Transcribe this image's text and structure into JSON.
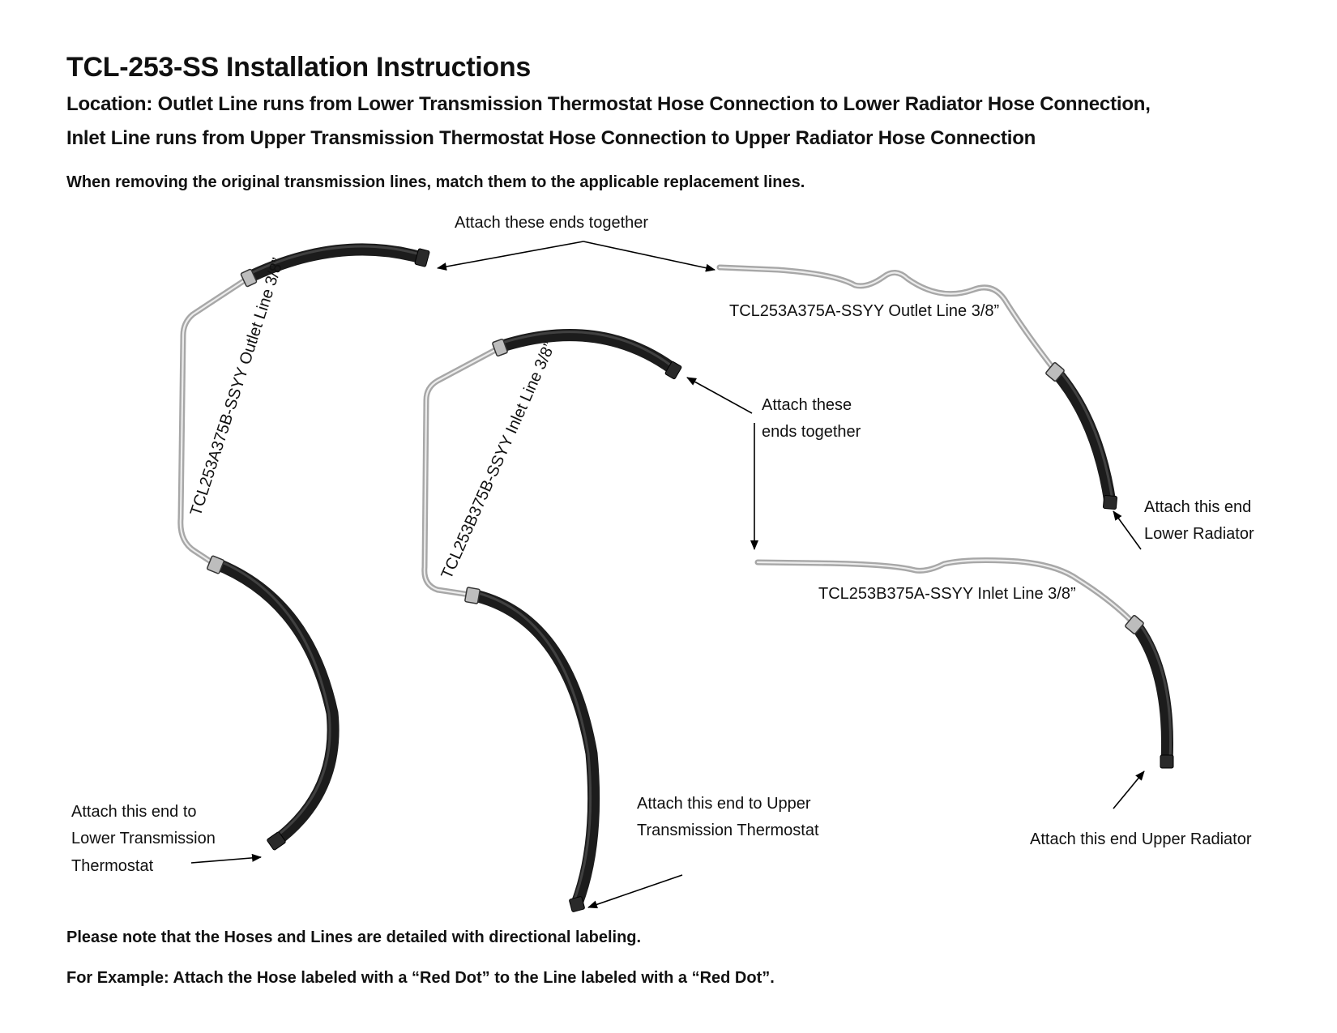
{
  "title": "TCL-253-SS Installation Instructions",
  "location_line1": "Location: Outlet Line runs from Lower Transmission Thermostat Hose Connection to Lower Radiator Hose Connection,",
  "location_line2": "Inlet Line runs from Upper Transmission Thermostat Hose Connection to Upper Radiator Hose Connection",
  "instruction": "When removing the original transmission lines, match them to the applicable replacement lines.",
  "labels": {
    "attach_ends_top": "Attach these ends together",
    "attach_ends_mid_1": "Attach these",
    "attach_ends_mid_2": "ends together",
    "lower_radiator_1": "Attach this end",
    "lower_radiator_2": "Lower Radiator",
    "upper_radiator": "Attach this end Upper Radiator",
    "lower_thermostat_1": "Attach this end to",
    "lower_thermostat_2": "Lower Transmission",
    "lower_thermostat_3": "Thermostat",
    "upper_thermostat_1": "Attach this end to Upper",
    "upper_thermostat_2": "Transmission Thermostat"
  },
  "parts": {
    "outlet_b": "TCL253A375B-SSYY Outlet Line 3/8”",
    "inlet_b": "TCL253B375B-SSYY Inlet Line 3/8”",
    "outlet_a": "TCL253A375A-SSYY Outlet Line 3/8”",
    "inlet_a": "TCL253B375A-SSYY Inlet Line 3/8”"
  },
  "notes": {
    "note1": "Please note that the Hoses and Lines are detailed with directional labeling.",
    "note2": "For Example: Attach the Hose labeled with a “Red Dot” to the Line labeled with a “Red Dot”."
  },
  "colors": {
    "hose": "#1c1c1c",
    "tube": "#a7a7a7",
    "text": "#111111"
  }
}
